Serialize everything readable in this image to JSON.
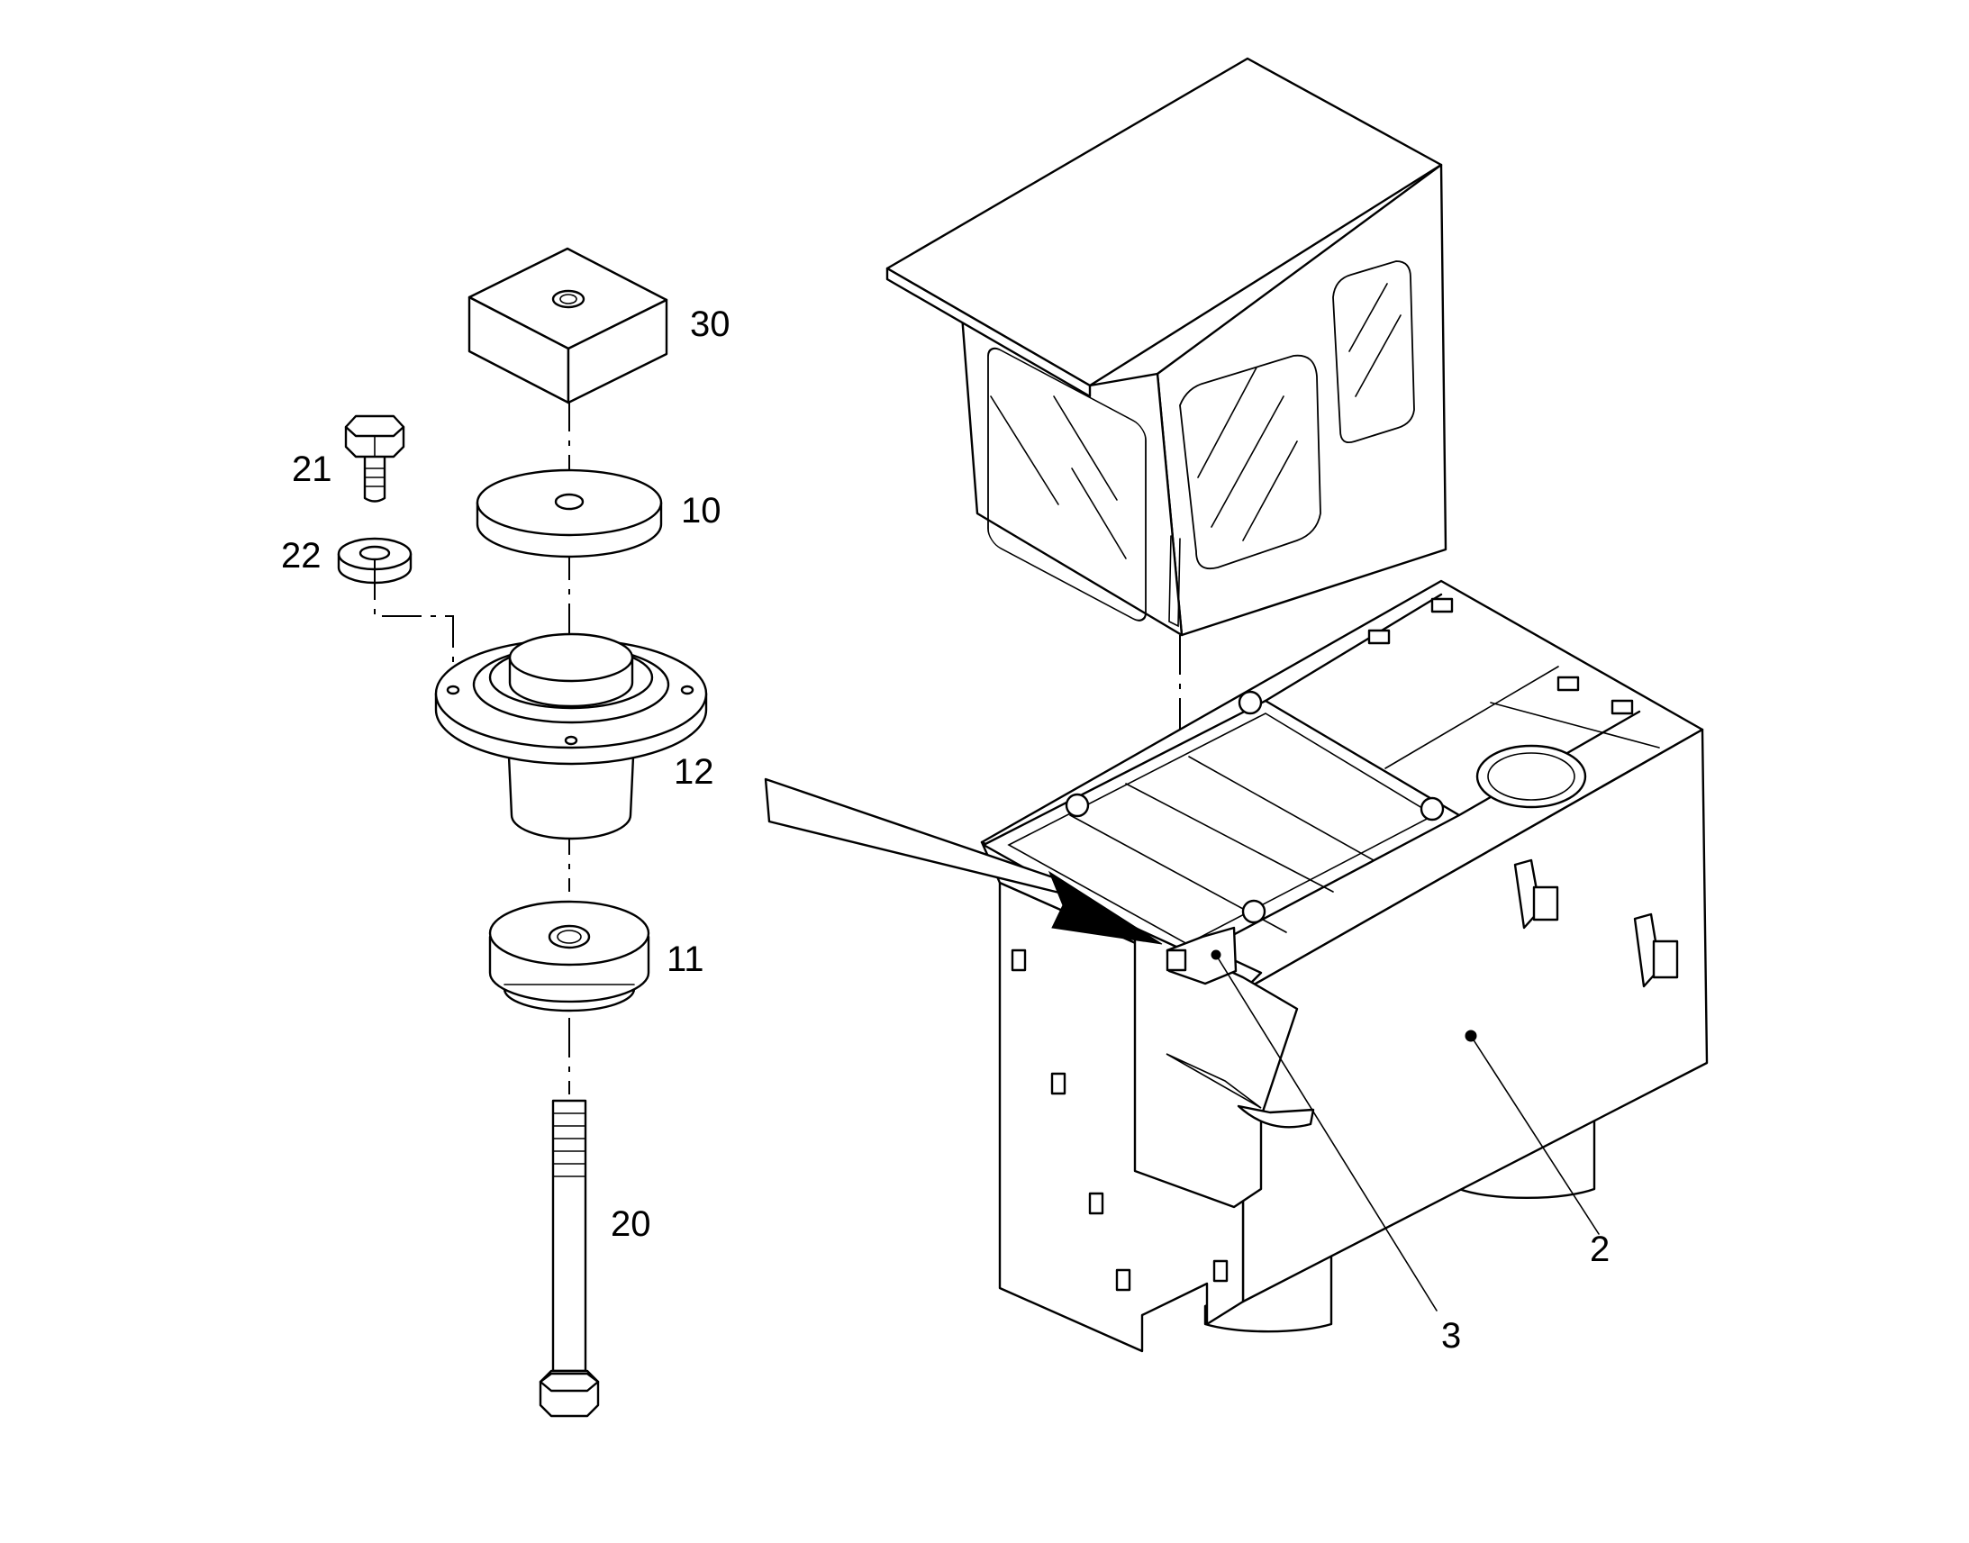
{
  "callouts": {
    "c30": "30",
    "c21": "21",
    "c10": "10",
    "c22": "22",
    "c12": "12",
    "c11": "11",
    "c20": "20",
    "c2": "2",
    "c3": "3"
  }
}
